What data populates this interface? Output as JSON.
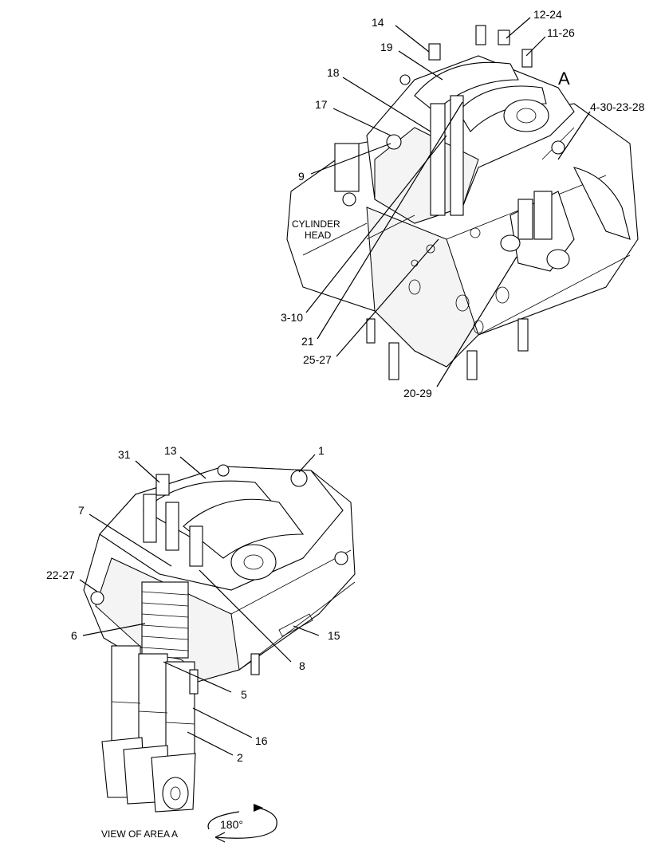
{
  "upper_view": {
    "callouts": [
      "14",
      "12-24",
      "19",
      "11-26",
      "A",
      "18",
      "17",
      "4-30-23-28",
      "9",
      "3-10",
      "21",
      "25-27",
      "20-29"
    ],
    "part_label_line1": "CYLINDER",
    "part_label_line2": "HEAD"
  },
  "lower_view": {
    "callouts": [
      "31",
      "13",
      "1",
      "7",
      "22-27",
      "6",
      "15",
      "8",
      "5",
      "16",
      "2"
    ],
    "view_title": "VIEW OF AREA  A",
    "rotation_label": "180°"
  }
}
